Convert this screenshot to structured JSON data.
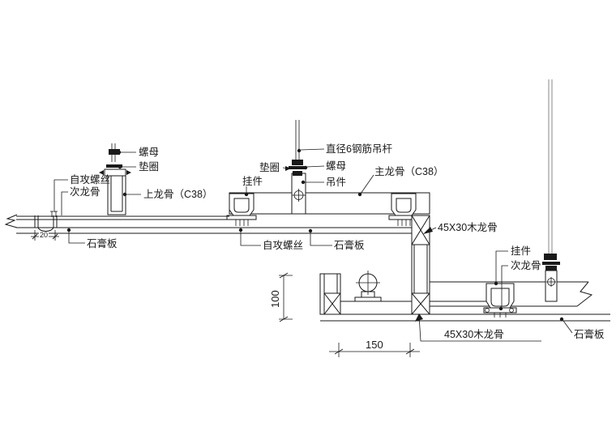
{
  "drawing": {
    "type": "ceiling-construction-detail",
    "line_color": "#1a1a1a",
    "background": "#ffffff"
  },
  "labels": {
    "nut_left": "螺母",
    "washer_left": "垫圈",
    "self_tapping_screw_left": "自攻螺丝",
    "secondary_keel_left": "次龙骨",
    "upper_keel_c38": "上龙骨（C38）",
    "gypsum_board_left": "石膏板",
    "washer_mid": "垫圈",
    "steel_rod": "直径6钢筋吊杆",
    "nut_mid": "螺母",
    "hanger_mid": "挂件",
    "hanging_piece": "吊件",
    "main_keel_c38": "主龙骨（C38）",
    "self_tapping_screw_mid": "自攻螺丝",
    "gypsum_board_mid": "石膏板",
    "wood_keel_top": "45X30木龙骨",
    "hanger_right": "挂件",
    "secondary_keel_right": "次龙骨",
    "wood_keel_bottom": "45X30木龙骨",
    "gypsum_board_right": "石膏板"
  },
  "dimensions": {
    "panel_gap": "20",
    "drop_height": "100",
    "keel_spacing": "150"
  }
}
